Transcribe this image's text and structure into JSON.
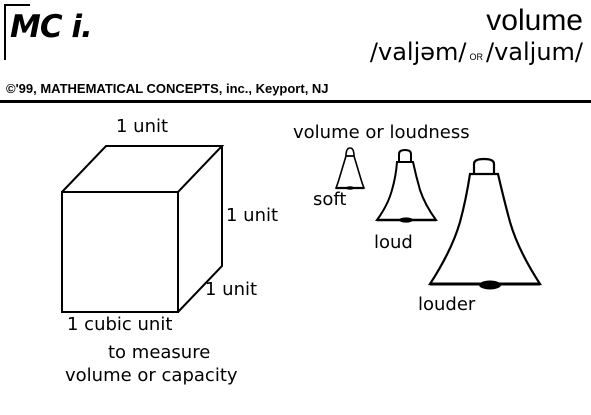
{
  "logo": {
    "text": "MC i."
  },
  "header": {
    "title": "volume",
    "pronunciation_1": "/valjəm/",
    "pronunciation_or": "OR",
    "pronunciation_2": "/valjum/",
    "copyright": "©'99, MATHEMATICAL CONCEPTS, inc., Keyport, NJ"
  },
  "cube": {
    "top_label": "1 unit",
    "right_label": "1 unit",
    "depth_label": "1 unit",
    "bottom_label": "1 cubic unit",
    "caption_line1": "to measure",
    "caption_line2": "volume or capacity"
  },
  "bells": {
    "heading": "volume or loudness",
    "soft_label": "soft",
    "loud_label": "loud",
    "louder_label": "louder"
  }
}
